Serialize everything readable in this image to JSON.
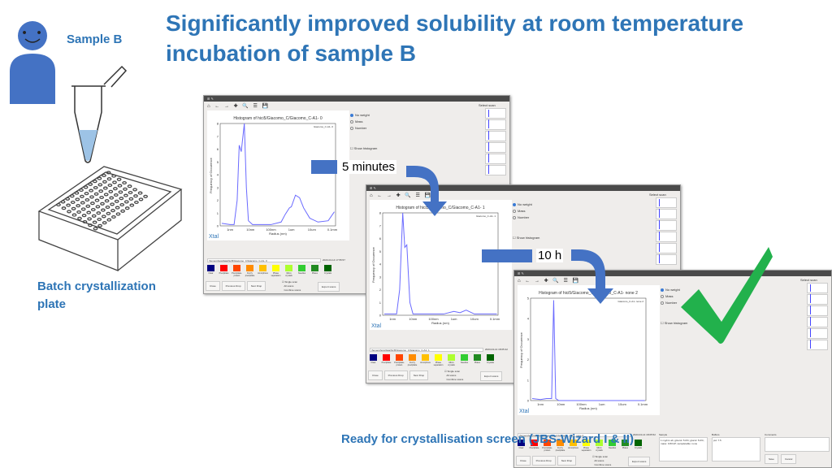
{
  "slide": {
    "title": "Significantly improved solubility at room temperature incubation of sample B",
    "sample_label": "Sample B",
    "plate_label": "Batch crystallization plate",
    "ready_label": "Ready for crystallisation screen (JBS-Wizard I & II)",
    "step1": "5 minutes",
    "step2": "10 h",
    "accent": "#2E75B6",
    "arrow_color": "#4472C4",
    "check_color": "#22B14C"
  },
  "ui": {
    "radio": [
      "No weight",
      "Mass",
      "Number"
    ],
    "show_hist": "Show histogram",
    "select_scan": "Select scan",
    "colors": [
      {
        "label": "Clear",
        "hex": "#000080"
      },
      {
        "label": "Precipitate",
        "hex": "#ff0000"
      },
      {
        "label": "Precipitate-protein",
        "hex": "#ff4500"
      },
      {
        "label": "Fuzzy precipitate",
        "hex": "#ff8c00"
      },
      {
        "label": "Amorphous",
        "hex": "#ffc000"
      },
      {
        "label": "Phase separation",
        "hex": "#ffff00"
      },
      {
        "label": "Micro crystals",
        "hex": "#adff2f"
      },
      {
        "label": "Needles",
        "hex": "#32cd32"
      },
      {
        "label": "Plates",
        "hex": "#228b22"
      },
      {
        "label": "Crystals",
        "hex": "#006400"
      }
    ],
    "buttons": [
      "Close",
      "Previous Drop",
      "Next Drop"
    ],
    "checks": [
      "Single scan",
      "All scans",
      "Combine scans"
    ],
    "export": "Export scans",
    "sample_hdr": "Sample",
    "sample_text": "1 mg/mL ab; glcerol: 5.0%; glucol: 5.0%; mass: 0.83 kP; sampletable: none",
    "buffers_hdr": "Buffers",
    "buffers_text": "pH: 7.5",
    "comments_hdr": "Comments",
    "save": "Save",
    "cancel": "Cancel",
    "xlabel": "Radius (nm)",
    "ylabel": "Frequency of Occurence",
    "xticks": [
      "1nm",
      "10nm",
      "100nm",
      "1um",
      "10um",
      "0.1mm"
    ],
    "logo": "Xtal"
  },
  "windows": [
    {
      "title": "Histogram of hici5/Giacomo_C/Giacomo_C-A1- 0",
      "legend": "Giacomo_C-A1- 0",
      "path": "/home/ghost/data/hici5/Giacomo_C/Giacomo_C-A1- 0",
      "time": "2023-04-14 17:55:57",
      "ymax": 8,
      "series": [
        [
          -0.4,
          0.2
        ],
        [
          0,
          0.1
        ],
        [
          0.2,
          0.1
        ],
        [
          0.35,
          2
        ],
        [
          0.45,
          6.3
        ],
        [
          0.55,
          5.8
        ],
        [
          0.7,
          8
        ],
        [
          0.8,
          3
        ],
        [
          0.9,
          0.4
        ],
        [
          1.1,
          0.1
        ],
        [
          2,
          0.1
        ],
        [
          2.5,
          0.3
        ],
        [
          2.7,
          0.9
        ],
        [
          2.9,
          1.4
        ],
        [
          3.0,
          1.5
        ],
        [
          3.2,
          2.4
        ],
        [
          3.4,
          2.2
        ],
        [
          3.6,
          1.4
        ],
        [
          3.9,
          0.6
        ],
        [
          4.3,
          0.3
        ],
        [
          4.8,
          0.4
        ],
        [
          5.1,
          1.1
        ]
      ]
    },
    {
      "title": "Histogram of hici5/Giacomo_C/Giacomo_C-A1- 1",
      "legend": "Giacomo_C-A1- 1",
      "path": "/home/ghost/data/hici5/Giacomo_C/Giacomo_C-A1- 1",
      "time": "2023-04-14 18:05:42",
      "ymax": 8,
      "series": [
        [
          -0.4,
          0.1
        ],
        [
          0.2,
          0.1
        ],
        [
          0.35,
          2
        ],
        [
          0.5,
          8
        ],
        [
          0.6,
          5.3
        ],
        [
          0.7,
          5.5
        ],
        [
          0.85,
          1
        ],
        [
          1.0,
          0.1
        ],
        [
          2.5,
          0.1
        ],
        [
          3.0,
          0.3
        ],
        [
          3.3,
          0.2
        ],
        [
          3.6,
          0.4
        ],
        [
          4.0,
          0.1
        ],
        [
          5.1,
          0.1
        ]
      ]
    },
    {
      "title": "Histogram of hici5/Giacomo_C/Giacomo_C-A1- none 2",
      "legend": "Giacomo_C-A1- none 2",
      "path": "/home/ghost/data/hici5/Giacomo_C/Giacomo_C-A1- none 2",
      "time": "2023-04-14 18:05:52",
      "ymax": 5,
      "series": [
        [
          -0.4,
          0.1
        ],
        [
          0,
          0.05
        ],
        [
          0.3,
          0.1
        ],
        [
          0.55,
          0.1
        ],
        [
          0.65,
          4.9
        ],
        [
          0.75,
          0.1
        ],
        [
          0.9,
          0
        ],
        [
          5.1,
          0
        ]
      ]
    }
  ]
}
